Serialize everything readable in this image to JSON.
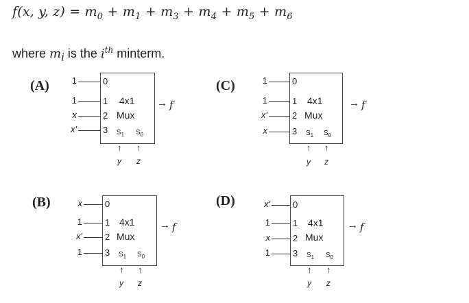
{
  "question": {
    "lhs": "f(x, y, z)",
    "eq": " = ",
    "terms": [
      "m",
      "0",
      " + ",
      "m",
      "1",
      " + ",
      "m",
      "3",
      " + ",
      "m",
      "4",
      " + ",
      "m",
      "5",
      " + ",
      "m",
      "6"
    ]
  },
  "where": {
    "pre": "where ",
    "mi": "m",
    "sub": "i",
    "mid": " is the ",
    "ivar": "i",
    "sup": "th",
    "post": " minterm."
  },
  "mux": {
    "line1": "4x1",
    "line2": "Mux",
    "pins": [
      "0",
      "1",
      "2",
      "3"
    ],
    "s1": "S",
    "s1sub": "1",
    "s0": "S",
    "s0sub": "0",
    "y": "y",
    "z": "z",
    "out": "f",
    "arrow": "→",
    "up": "↑"
  },
  "options": [
    {
      "label": "(A)",
      "inputs": [
        "1",
        "1",
        "x",
        "x'"
      ]
    },
    {
      "label": "(B)",
      "inputs": [
        "x",
        "1",
        "x'",
        "1"
      ]
    },
    {
      "label": "(C)",
      "inputs": [
        "1",
        "1",
        "x'",
        "x"
      ]
    },
    {
      "label": "(D)",
      "inputs": [
        "x'",
        "1",
        "x",
        "1"
      ]
    }
  ]
}
